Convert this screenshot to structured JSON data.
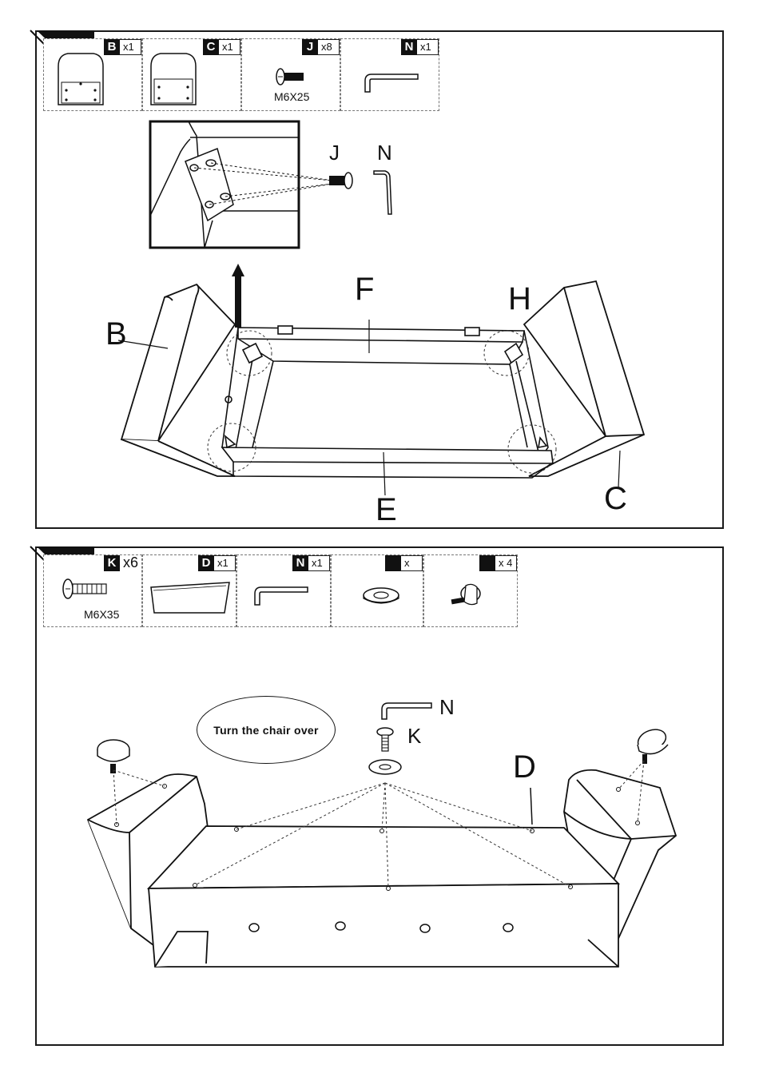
{
  "step1": {
    "parts": [
      {
        "letter": "B",
        "qty": "x1"
      },
      {
        "letter": "C",
        "qty": "x1"
      },
      {
        "letter": "J",
        "qty": "x8",
        "spec": "M6X25"
      },
      {
        "letter": "N",
        "qty": "x1"
      }
    ],
    "labels": {
      "J": "J",
      "N": "N",
      "F": "F",
      "H": "H",
      "B": "B",
      "C": "C",
      "E": "E"
    }
  },
  "step2": {
    "parts": [
      {
        "letter": "K",
        "qty": "x6",
        "spec": "M6X35"
      },
      {
        "letter": "D",
        "qty": "x1"
      },
      {
        "letter": "N",
        "qty": "x1"
      },
      {
        "letter": "",
        "qty": "x"
      },
      {
        "letter": "",
        "qty": "x 4"
      }
    ],
    "instruction": "Turn the chair over",
    "labels": {
      "N": "N",
      "K": "K",
      "D": "D"
    }
  }
}
